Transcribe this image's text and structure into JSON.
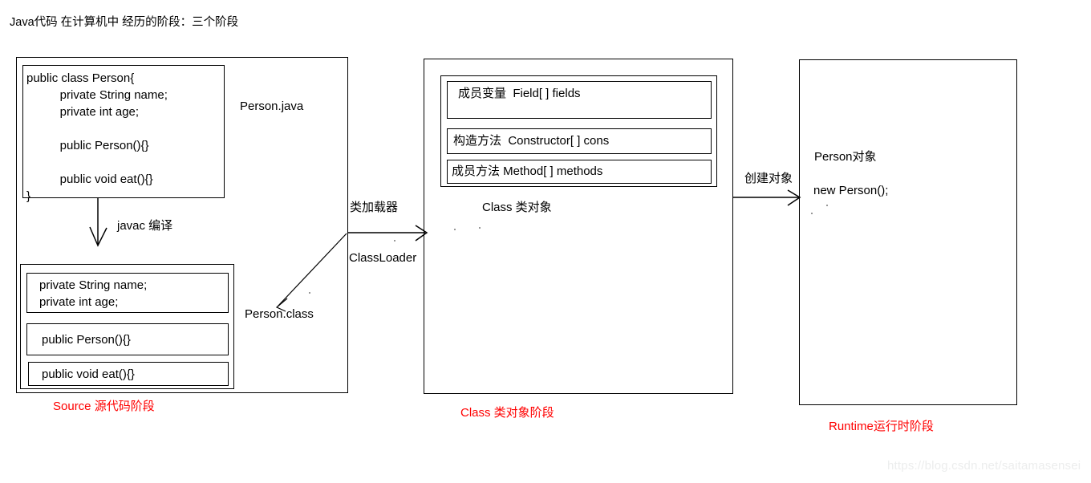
{
  "page": {
    "title": "Java代码 在计算机中 经历的阶段：三个阶段",
    "watermark": "https://blog.csdn.net/saitamasensei",
    "colors": {
      "stroke": "#000000",
      "stage_label": "#ff0000",
      "watermark": "#eceded",
      "background": "#ffffff"
    }
  },
  "stages": {
    "source": {
      "label": "Source 源代码阶段",
      "file_label": "Person.java",
      "class_file_label": "Person.class",
      "source_code": "public class Person{\n          private String name;\n          private int age;\n\n          public Person(){}\n\n          public void eat(){}\n}",
      "compile_arrow_label": "javac 编译",
      "class_members": [
        "private String name;\nprivate int age;",
        "public Person(){}",
        "public void eat(){}"
      ]
    },
    "classloader": {
      "label_cn": "类加载器",
      "label_en": "ClassLoader"
    },
    "class_object": {
      "label": "Class 类对象阶段",
      "caption": "Class 类对象",
      "members": [
        "成员变量  Field[ ] fields",
        "构造方法  Constructor[ ] cons",
        "成员方法 Method[ ] methods"
      ]
    },
    "create_object": {
      "label": "创建对象"
    },
    "runtime": {
      "label": "Runtime运行时阶段",
      "object_label": "Person对象",
      "new_statement": "new Person();"
    }
  }
}
